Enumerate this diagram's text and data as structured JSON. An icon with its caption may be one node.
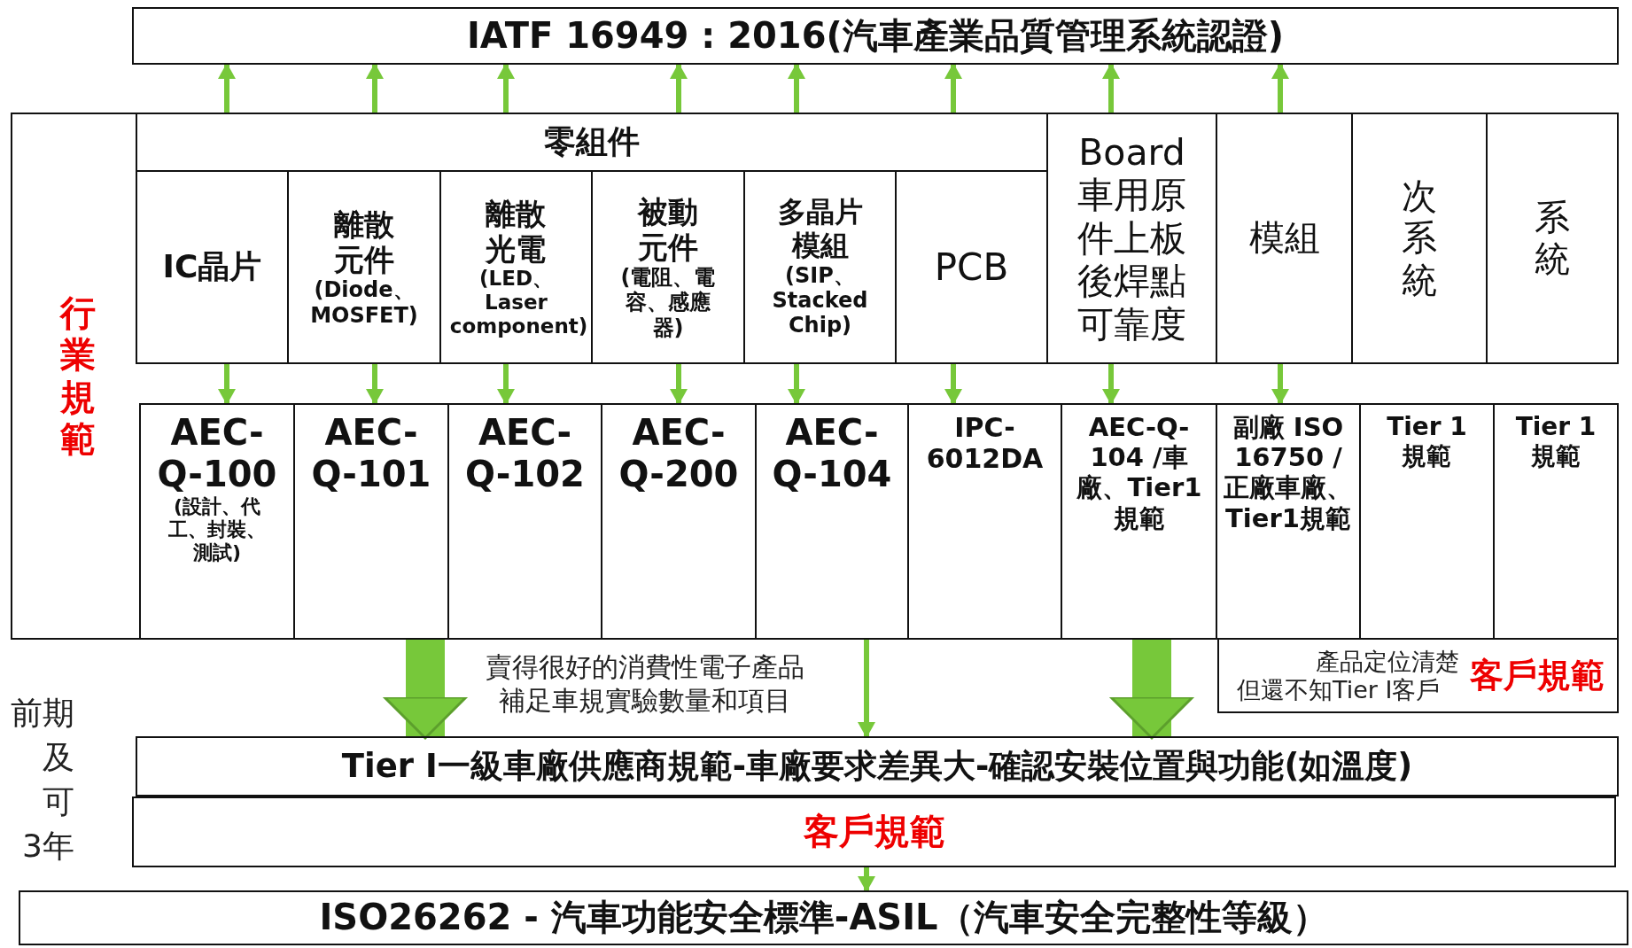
{
  "diagram": {
    "nodes": [
      {
        "text": [
          "IATF 16949 : 2016(汽車產業品質管理系統認證)"
        ]
      },
      {
        "text": [
          "行業規範"
        ]
      },
      {
        "text": [
          "零組件"
        ]
      },
      {
        "text": [
          "IC晶片"
        ]
      },
      {
        "text": [
          "離散元件",
          "(Diode、MOSFET)"
        ]
      },
      {
        "text": [
          "離散光電",
          "(LED、Laser component)"
        ]
      },
      {
        "text": [
          "被動元件",
          "(電阻、電容、感應器)"
        ]
      },
      {
        "text": [
          "多晶片模組",
          "(SIP、Stacked Chip)"
        ]
      },
      {
        "text": [
          "PCB"
        ]
      },
      {
        "text": [
          "Board 車用原件上板後焊點可靠度"
        ]
      },
      {
        "text": [
          "模組"
        ]
      },
      {
        "text": [
          "次系統"
        ]
      },
      {
        "text": [
          "系統"
        ]
      },
      {
        "text": [
          "AEC-Q-100",
          "(設計、代工、封裝、測試)"
        ]
      },
      {
        "text": [
          "AEC-Q-101"
        ]
      },
      {
        "text": [
          "AEC-Q-102"
        ]
      },
      {
        "text": [
          "AEC-Q-200"
        ]
      },
      {
        "text": [
          "AEC-Q-104"
        ]
      },
      {
        "text": [
          "IPC-6012DA"
        ]
      },
      {
        "text": [
          "AEC-Q-104 /車廠、Tier1規範"
        ]
      },
      {
        "text": [
          "副廠 ISO 16750 /正廠車廠、Tier1規範"
        ]
      },
      {
        "text": [
          "Tier 1 規範"
        ]
      },
      {
        "text": [
          "Tier 1 規範"
        ]
      },
      {
        "text": [
          "產品定位清楚但還不知Tier I客戶",
          "客戶規範"
        ]
      },
      {
        "text": [
          "Tier I一級車廠供應商規範-車廠要求差異大-確認安裝位置與功能(如溫度)"
        ]
      },
      {
        "text": [
          "客戶規範"
        ]
      },
      {
        "text": [
          "ISO26262 - 汽車功能安全標準-ASIL（汽車安全完整性等級）"
        ]
      }
    ],
    "edges": [
      {
        "from": 2,
        "to": 0,
        "arrow": "to"
      },
      {
        "from": 2,
        "to": 0,
        "arrow": "to"
      },
      {
        "from": 2,
        "to": 0,
        "arrow": "to"
      },
      {
        "from": 2,
        "to": 0,
        "arrow": "to"
      },
      {
        "from": 2,
        "to": 0,
        "arrow": "to"
      },
      {
        "from": 2,
        "to": 0,
        "arrow": "to"
      },
      {
        "from": 9,
        "to": 0,
        "arrow": "to"
      },
      {
        "from": 10,
        "to": 0,
        "arrow": "to"
      },
      {
        "from": 3,
        "to": 13,
        "arrow": "to"
      },
      {
        "from": 4,
        "to": 14,
        "arrow": "to"
      },
      {
        "from": 5,
        "to": 15,
        "arrow": "to"
      },
      {
        "from": 6,
        "to": 16,
        "arrow": "to"
      },
      {
        "from": 7,
        "to": 17,
        "arrow": "to"
      },
      {
        "from": 8,
        "to": 18,
        "arrow": "to"
      },
      {
        "from": 9,
        "to": 19,
        "arrow": "to"
      },
      {
        "from": 10,
        "to": 20,
        "arrow": "to"
      },
      {
        "from": 14,
        "to": 24,
        "arrow": "to",
        "style": "thick"
      },
      {
        "from": 17,
        "to": 24,
        "arrow": "to"
      },
      {
        "from": 19,
        "to": 24,
        "arrow": "to",
        "style": "thick"
      },
      {
        "from": 25,
        "to": 26,
        "arrow": "to"
      }
    ],
    "labels": [
      "賣得很好的消費性電子產品補足車規實驗數量和項目",
      "前期",
      "及",
      "可",
      "3年"
    ]
  }
}
